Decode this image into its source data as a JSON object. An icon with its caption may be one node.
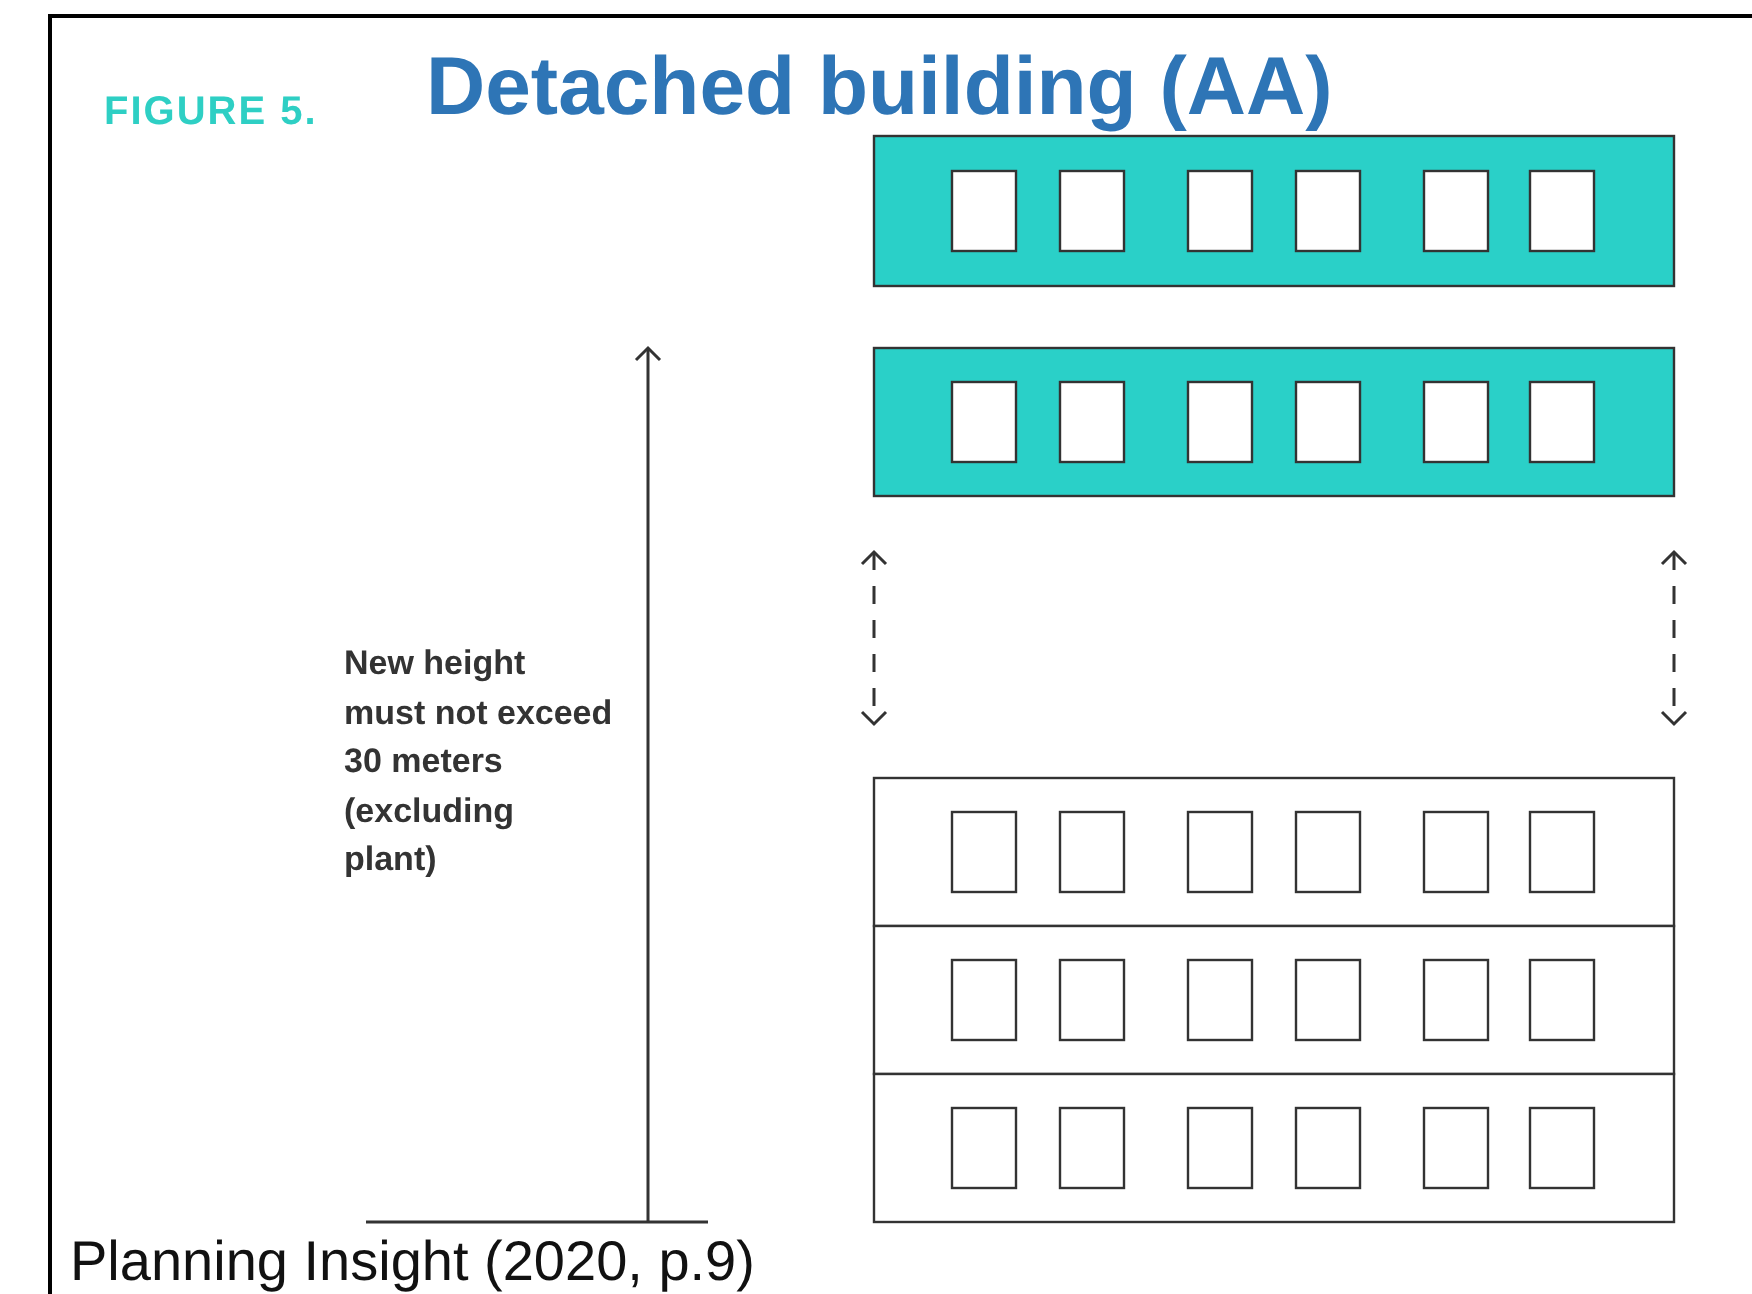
{
  "diagram": {
    "title": "Detached building (AA)",
    "caption": "Planning Insight (2020, p.9)",
    "labels": [
      "FIGURE 5.",
      "New height must not exceed 30 meters (excluding plant)"
    ]
  }
}
